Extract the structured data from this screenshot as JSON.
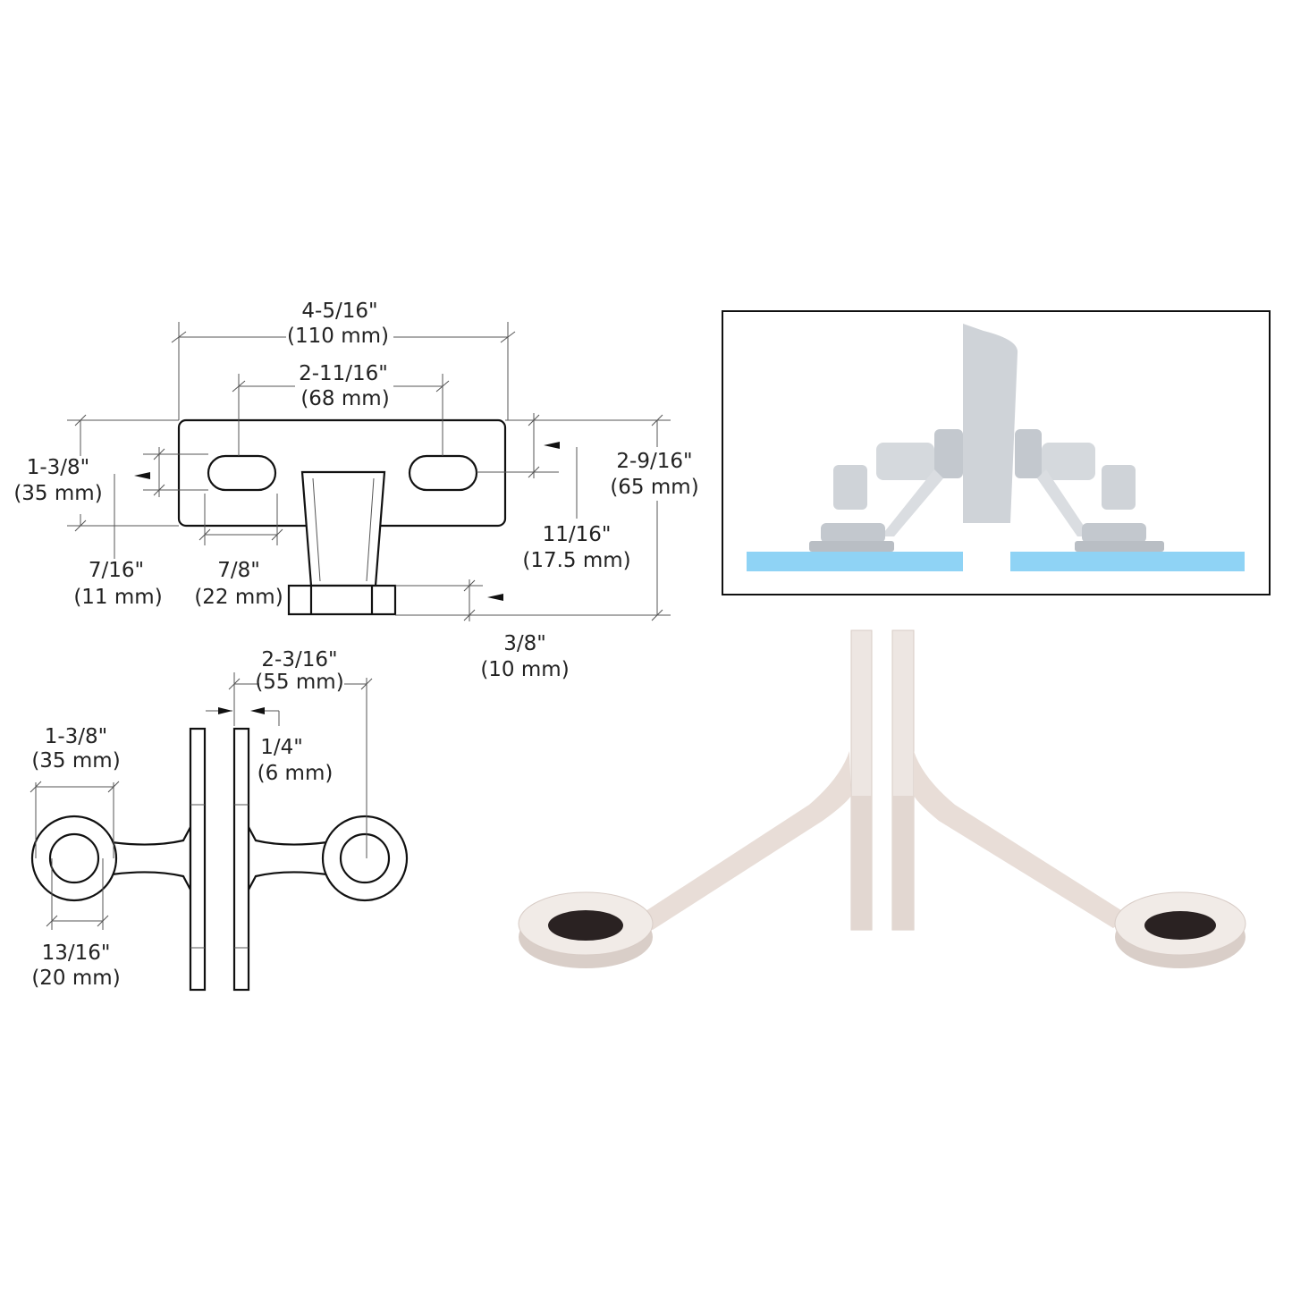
{
  "top_view": {
    "overall_width": {
      "in": "4-5/16\"",
      "mm": "(110 mm)"
    },
    "slot_spacing": {
      "in": "2-11/16\"",
      "mm": "(68 mm)"
    },
    "plate_height": {
      "in": "1-3/8\"",
      "mm": "(35 mm)"
    },
    "slot_height": {
      "in": "7/16\"",
      "mm": "(11 mm)"
    },
    "slot_width": {
      "in": "7/8\"",
      "mm": "(22 mm)"
    },
    "overall_height": {
      "in": "2-9/16\"",
      "mm": "(65 mm)"
    },
    "slot_offset": {
      "in": "11/16\"",
      "mm": "(17.5 mm)"
    },
    "base_height": {
      "in": "3/8\"",
      "mm": "(10 mm)"
    }
  },
  "side_view": {
    "center_to_glass": {
      "in": "2-3/16\"",
      "mm": "(55 mm)"
    },
    "glass_gap": {
      "in": "1/4\"",
      "mm": "(6 mm)"
    },
    "ring_diameter": {
      "in": "1-3/8\"",
      "mm": "(35 mm)"
    },
    "hole_diameter": {
      "in": "13/16\"",
      "mm": "(20 mm)"
    }
  },
  "colors": {
    "glass": "#8fd3f5",
    "fitting_grey": "#cfd3d8",
    "satin": "#e6dcd6"
  }
}
